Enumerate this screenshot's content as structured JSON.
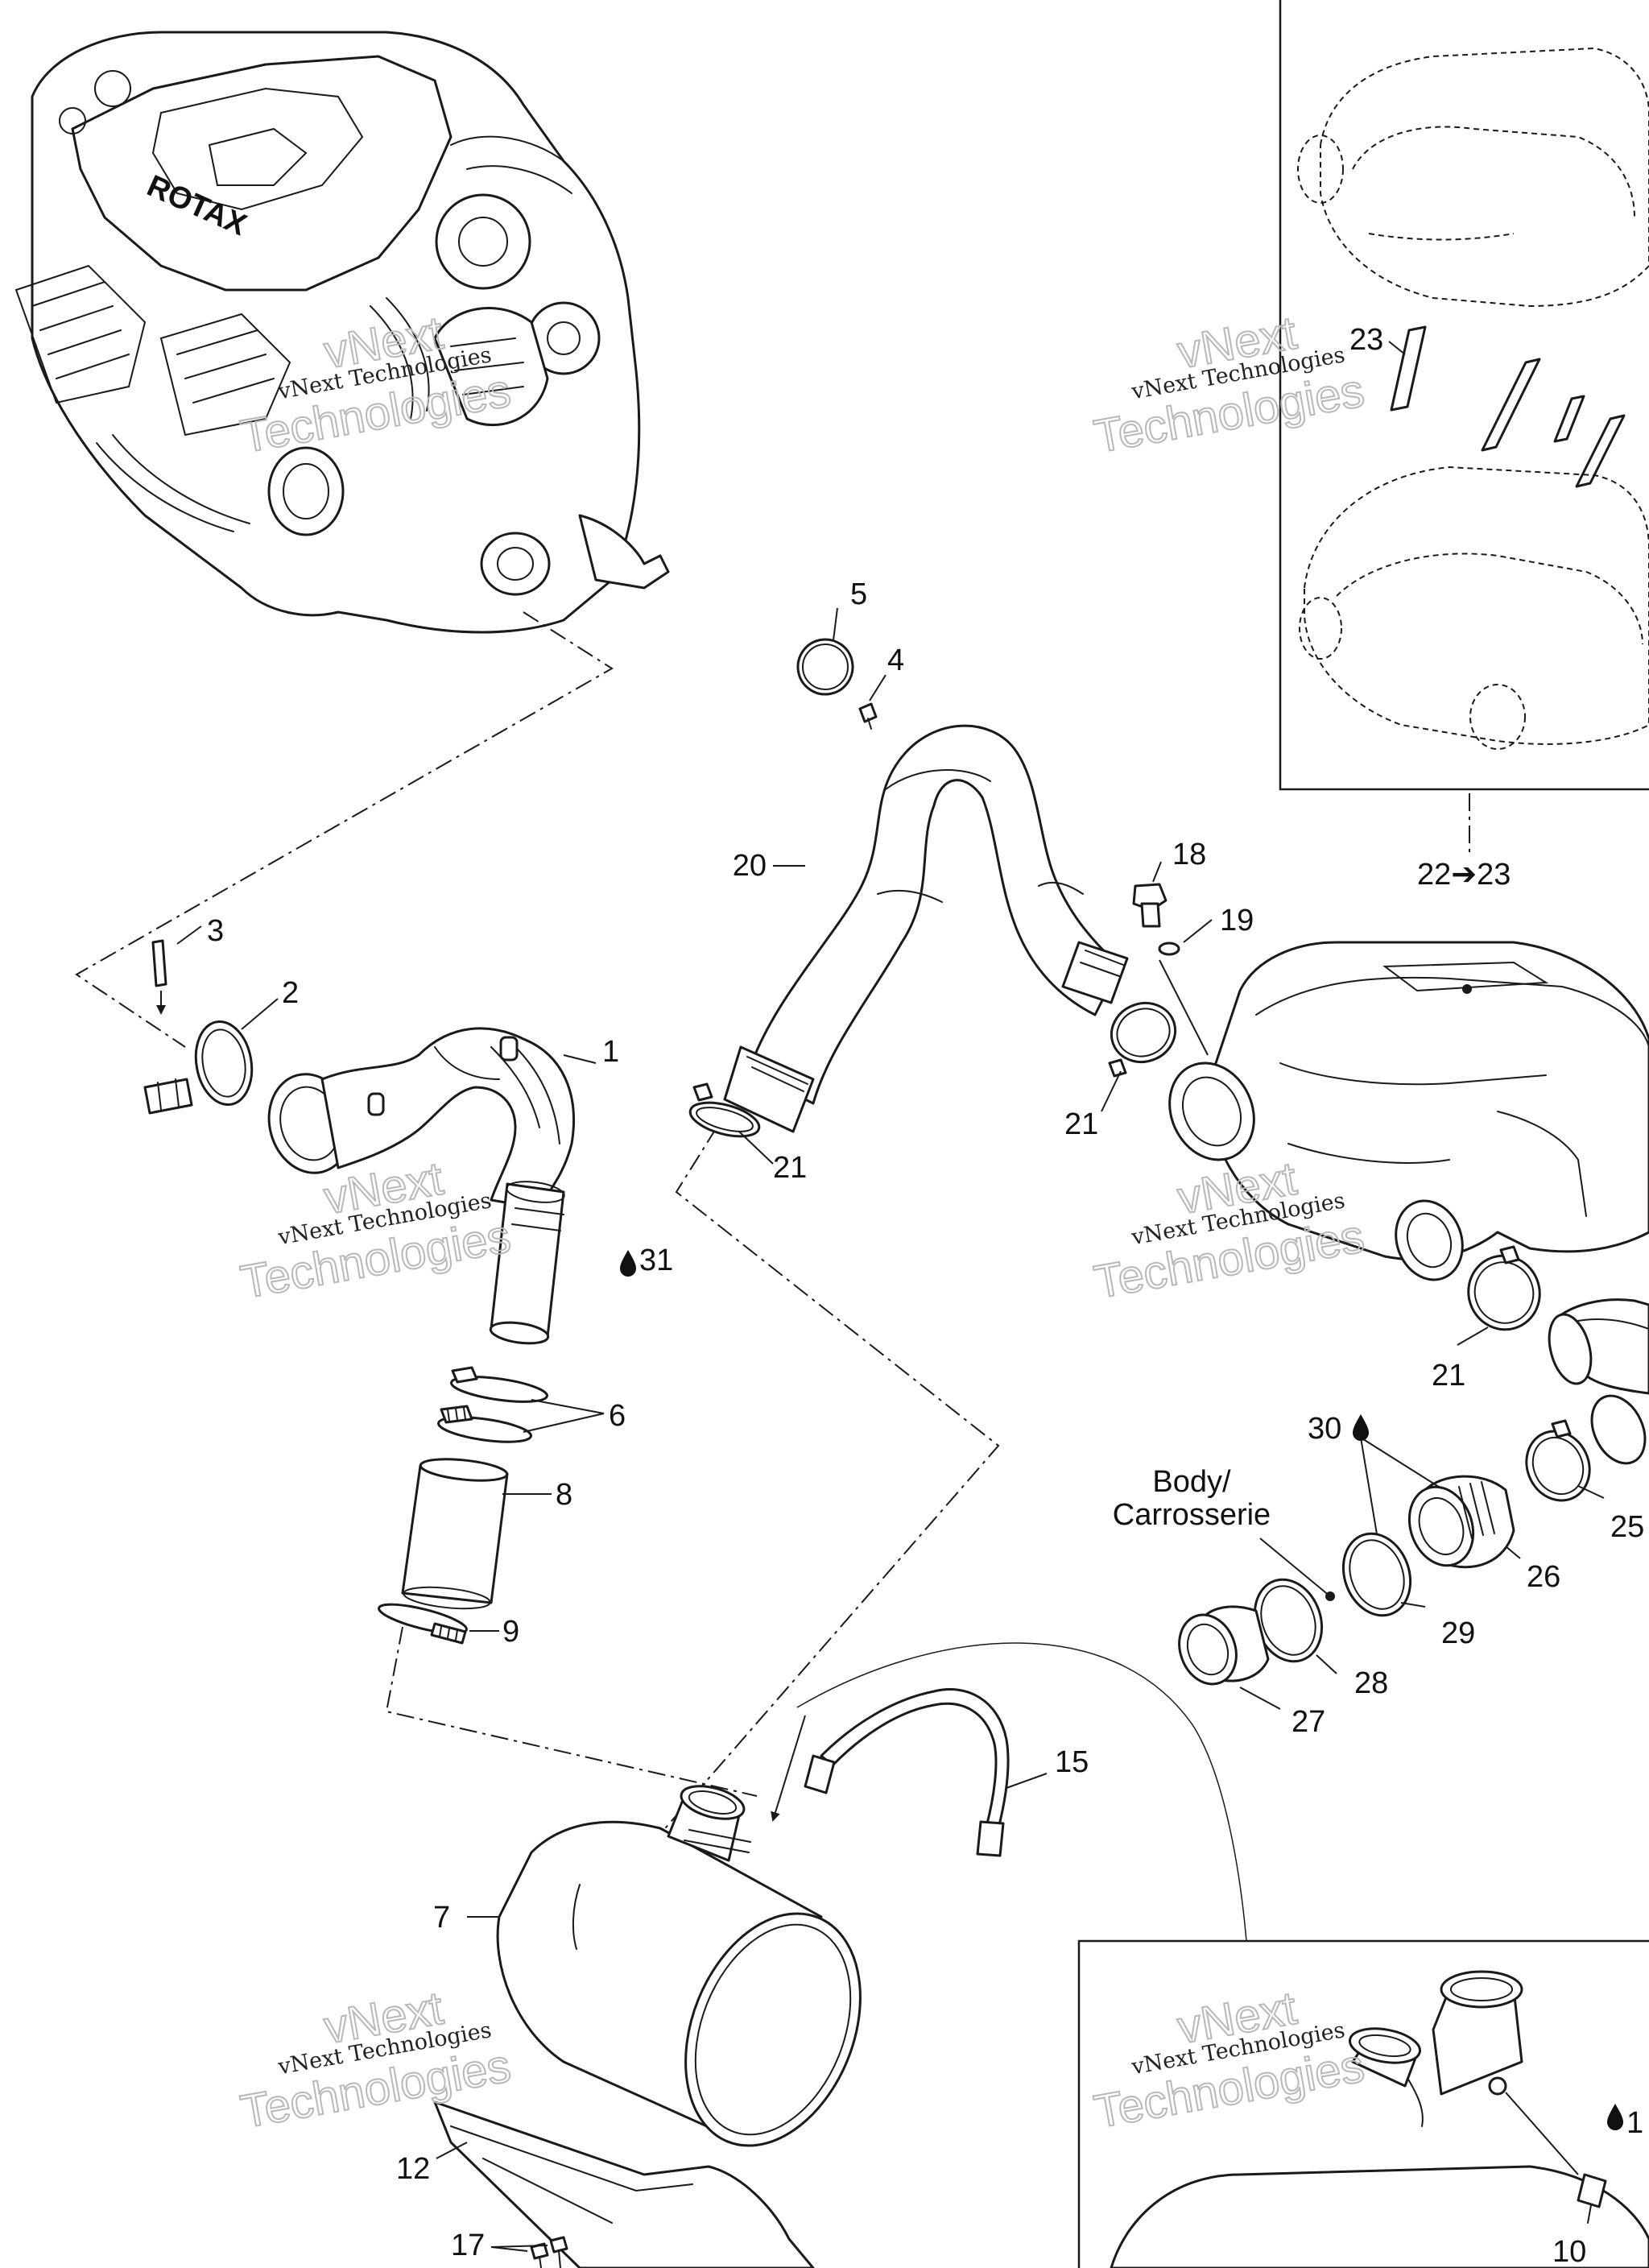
{
  "watermark": {
    "line1": "vNext Technologies",
    "line2": "vNext",
    "line3": "Technologies"
  },
  "engine": {
    "logo_text": "ROTAX"
  },
  "callouts": {
    "c1": "1",
    "c2": "2",
    "c3": "3",
    "c4": "4",
    "c5": "5",
    "c6": "6",
    "c7": "7",
    "c8": "8",
    "c9": "9",
    "c10": "10",
    "c12": "12",
    "c15": "15",
    "c17": "17",
    "c18": "18",
    "c19": "19",
    "c20": "20",
    "c21": "21",
    "c22_23": "22➔23",
    "c23": "23",
    "c25": "25",
    "c26": "26",
    "c27": "27",
    "c28": "28",
    "c29": "29",
    "c30": "30",
    "c31": "31",
    "c1_edge": "1"
  },
  "labels": {
    "body": "Body/",
    "carrosserie": "Carrosserie"
  },
  "icons": {
    "fluid": "drop-icon",
    "arrow": "arrow-right-icon"
  }
}
